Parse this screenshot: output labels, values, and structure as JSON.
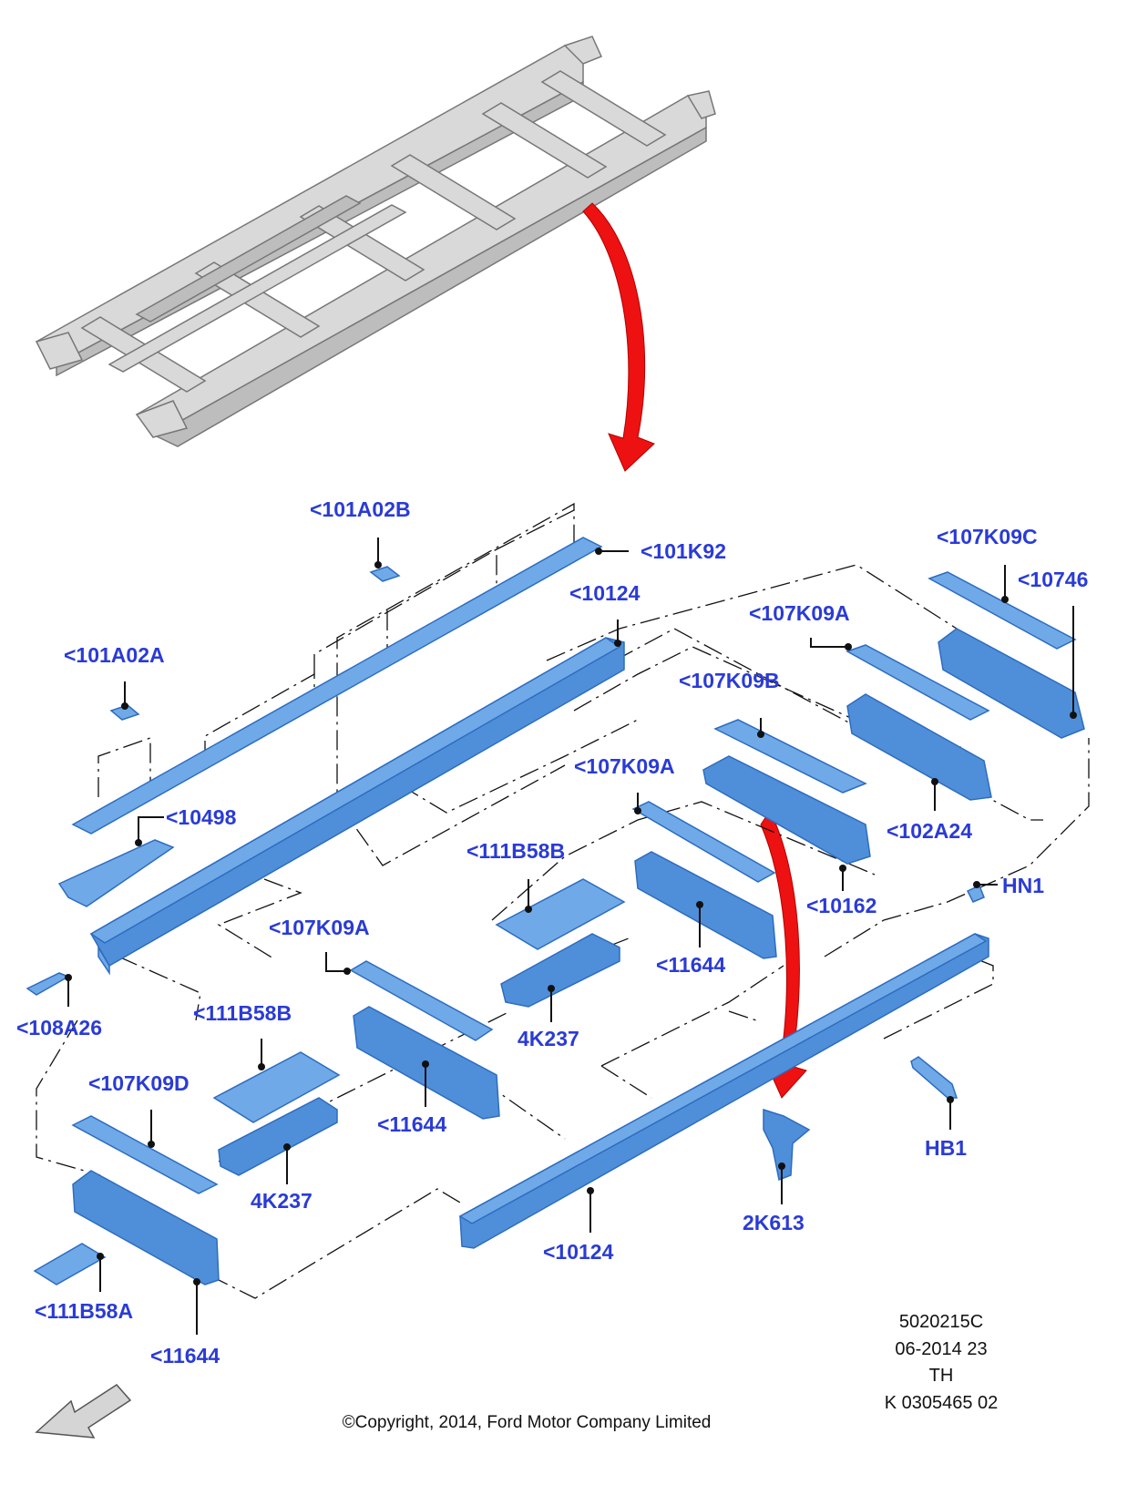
{
  "callouts": [
    {
      "id": "101A02B",
      "text": "<101A02B"
    },
    {
      "id": "101K92",
      "text": "<101K92"
    },
    {
      "id": "10124-top",
      "text": "<10124"
    },
    {
      "id": "107K09C",
      "text": "<107K09C"
    },
    {
      "id": "10746",
      "text": "<10746"
    },
    {
      "id": "107K09A-right",
      "text": "<107K09A"
    },
    {
      "id": "101A02A",
      "text": "<101A02A"
    },
    {
      "id": "107K09B",
      "text": "<107K09B"
    },
    {
      "id": "10498",
      "text": "<10498"
    },
    {
      "id": "107K09A-mid",
      "text": "<107K09A"
    },
    {
      "id": "102A24",
      "text": "<102A24"
    },
    {
      "id": "111B58B-mid",
      "text": "<111B58B"
    },
    {
      "id": "HN1",
      "text": "HN1"
    },
    {
      "id": "10162",
      "text": "<10162"
    },
    {
      "id": "107K09A-left",
      "text": "<107K09A"
    },
    {
      "id": "11644-mid",
      "text": "<11644"
    },
    {
      "id": "108A26",
      "text": "<108A26"
    },
    {
      "id": "111B58B-left",
      "text": "<111B58B"
    },
    {
      "id": "4K237-mid",
      "text": "4K237"
    },
    {
      "id": "107K09D",
      "text": "<107K09D"
    },
    {
      "id": "11644-center",
      "text": "<11644"
    },
    {
      "id": "HB1",
      "text": "HB1"
    },
    {
      "id": "4K237-left",
      "text": "4K237"
    },
    {
      "id": "2K613",
      "text": "2K613"
    },
    {
      "id": "10124-bottom",
      "text": "<10124"
    },
    {
      "id": "111B58A",
      "text": "<111B58A"
    },
    {
      "id": "11644-bottom",
      "text": "<11644"
    }
  ],
  "reference": {
    "line1": "5020215C",
    "line2": "06-2014 23",
    "line3": "TH",
    "line4": "K 0305465 02"
  },
  "copyright": "©Copyright, 2014, Ford Motor Company Limited",
  "colors": {
    "callout_text": "#2a3bd6",
    "part_blue": "#6fa9e8",
    "frame_grey": "#d9d9d9",
    "arrow_red": "#ee1111"
  }
}
